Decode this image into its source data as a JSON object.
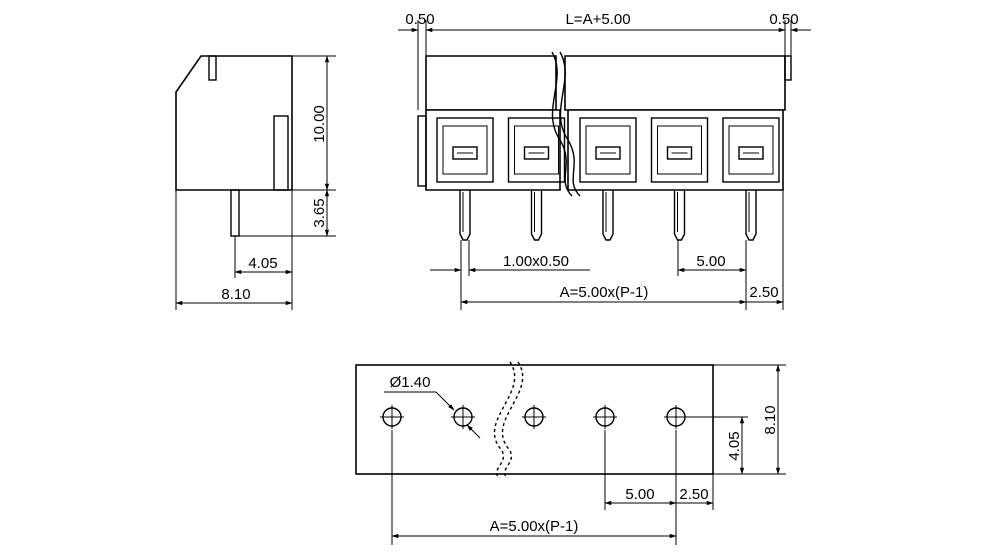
{
  "dimensions": {
    "side_height_upper": "10.00",
    "side_height_pin": "3.65",
    "side_pin_offset": "4.05",
    "side_width": "8.10",
    "front_margin_left": "0.50",
    "front_length": "L=A+5.00",
    "front_margin_right": "0.50",
    "front_pin_size": "1.00x0.50",
    "front_pitch": "5.00",
    "front_span": "A=5.00x(P-1)",
    "front_end_offset": "2.50",
    "bottom_hole_diameter": "Ø1.40",
    "bottom_hole_offset": "4.05",
    "bottom_width": "8.10",
    "bottom_pitch": "5.00",
    "bottom_end_offset": "2.50",
    "bottom_span": "A=5.00x(P-1)"
  },
  "colors": {
    "stroke": "#000000",
    "background": "#ffffff"
  }
}
